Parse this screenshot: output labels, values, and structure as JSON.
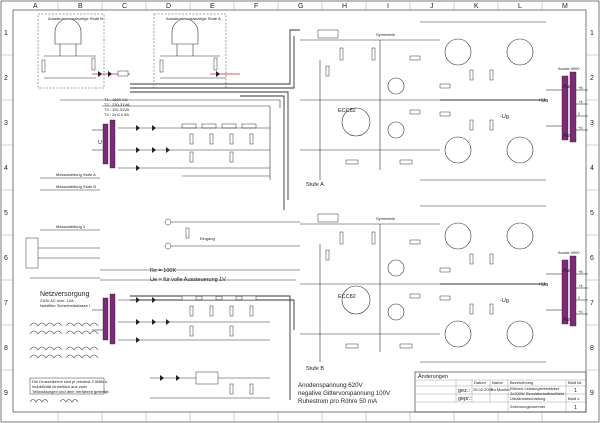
{
  "frame": {
    "columns": [
      "A",
      "B",
      "C",
      "D",
      "E",
      "F",
      "G",
      "H",
      "I",
      "J",
      "K",
      "L",
      "M"
    ],
    "rows": [
      "1",
      "2",
      "3",
      "4",
      "5",
      "6",
      "7",
      "8",
      "9"
    ]
  },
  "meters": [
    {
      "title": "Aussteuerungsanzeige Stufe B"
    },
    {
      "title": "Aussteuerungsanzeige Stufe A"
    }
  ],
  "supply": {
    "transformer_label": "U",
    "taps": [
      "T1 : 1800 CA",
      "T2 : 230-31VA",
      "T3 : 110-31VA",
      "T4 : 2x 6.3 5A"
    ],
    "monitor_labels": [
      "Messanleitung Stufe A",
      "Messanleitung Stufe B",
      "Messanleitung 1"
    ]
  },
  "stages": {
    "a": {
      "name": "Stufe A",
      "driver_tube": "ECC82",
      "phase": "Symmetrie"
    },
    "b": {
      "name": "Stufe B",
      "driver_tube": "ECC82",
      "phase": "Symmetrie"
    }
  },
  "outputs": {
    "a": {
      "ua": "+Ua",
      "ug": "-Ug",
      "aa": "Aa",
      "ab": "Ab",
      "taps": [
        "+8",
        "+4",
        "2",
        "+0"
      ],
      "label": "Anode 9000"
    },
    "b": {
      "ua": "+Ua",
      "ug": "-Ug",
      "aa": "Aa",
      "ab": "Ab",
      "taps": [
        "+8",
        "+4",
        "2",
        "+0"
      ],
      "label": "Anode 9000"
    }
  },
  "input": {
    "label": "Eingang",
    "re": "Re = 100K",
    "ue": "Ue = für volle Aussteuerung 1V"
  },
  "mains": {
    "title": "Netzversorgung",
    "lines": [
      "230V AC max. 10A",
      "Netzfilter Sicherheitsklasse I"
    ]
  },
  "operating_notes": [
    "Anodenspannung 620V",
    "negative Gittervorspannung 100V",
    "Ruhestrom pro Röhre 50 mA"
  ],
  "title_block": {
    "changes_header": "Änderungen",
    "col_datum": "Datum",
    "col_name": "Name",
    "col_bezeichnung": "Bezeichnung",
    "col_blatt": "Blatt Nr.",
    "row_gez": "gez.:",
    "row_gepr": "gepr.:",
    "gez_date": "25.02.2009",
    "gez_name": "Fa.Mueller",
    "description": [
      "Röhren-Leistungsverstärker",
      "2x200W Simulatoraufbau/Netz",
      "Ultralinearschaltung"
    ],
    "drawing_label": "Zeichnungsnummer",
    "sheet_no": "1",
    "sheet_total_label": "Blatt v.",
    "sheet_total": "1"
  },
  "bottom_left_notes": [
    "Die Drosselkerne sind je mindest 2,5Mikro",
    "Induktivität einheitlich aus zwei",
    "Teilwicklungen und dem Verfahren gefertigt."
  ]
}
